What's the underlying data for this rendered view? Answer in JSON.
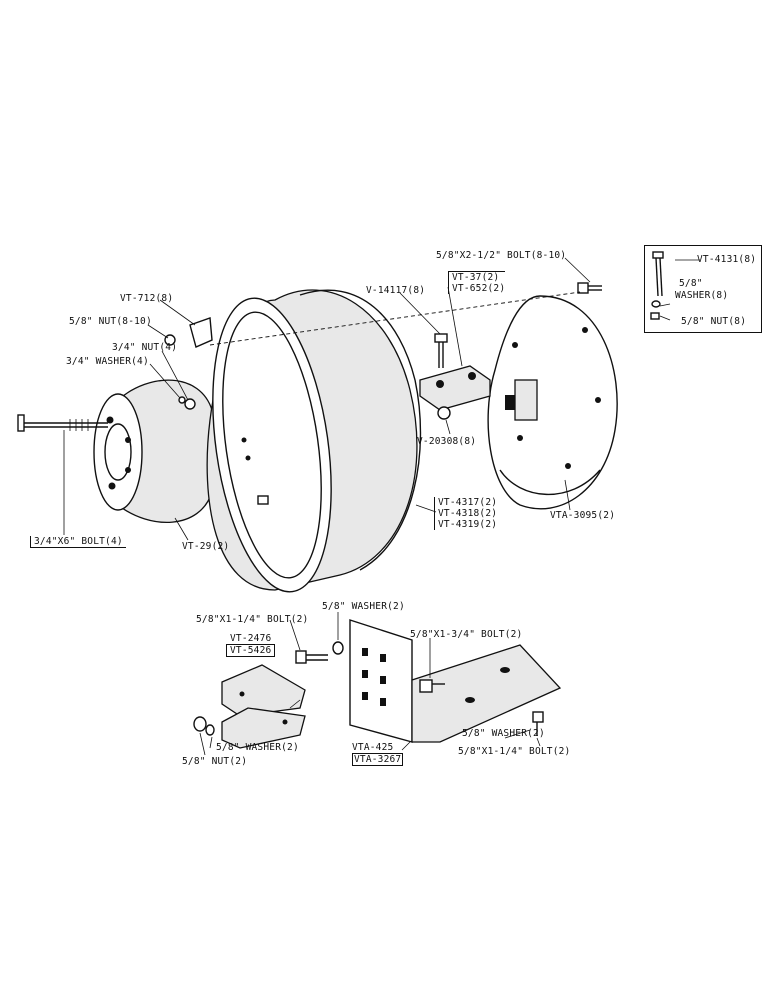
{
  "labels": {
    "bolt_58_212": "5/8\"X2-1/2\" BOLT(8-10)",
    "vt37": "VT-37(2)",
    "vt652": "VT-652(2)",
    "v14117": "V-14117(8)",
    "vt712": "VT-712(8)",
    "nut_58": "5/8\" NUT(8-10)",
    "nut_34": "3/4\" NUT(4)",
    "washer_34": "3/4\" WASHER(4)",
    "v20308": "V-20308(8)",
    "vt4317": "VT-4317(2)",
    "vt4318": "VT-4318(2)",
    "vt4319": "VT-4319(2)",
    "vta3095": "VTA-3095(2)",
    "bolt_34x6": "3/4\"X6\" BOLT(4)",
    "vt29": "VT-29(2)",
    "legend_vt4131": "VT-4131(8)",
    "legend_washer_a": "5/8\"",
    "legend_washer_b": "WASHER(8)",
    "legend_nut": "5/8\" NUT(8)",
    "bolt_58x114_a": "5/8\"X1-1/4\" BOLT(2)",
    "washer_58_a": "5/8\" WASHER(2)",
    "bolt_58x134": "5/8\"X1-3/4\" BOLT(2)",
    "vt2476": "VT-2476",
    "vt5426": "VT-5426",
    "washer_58_b": "5/8\" WASHER(2)",
    "nut_58_b": "5/8\" NUT(2)",
    "vta425": "VTA-425",
    "vta3267": "VTA-3267",
    "washer_58_c": "5/8\" WASHER(2)",
    "bolt_58x114_b": "5/8\"X1-1/4\" BOLT(2)"
  }
}
